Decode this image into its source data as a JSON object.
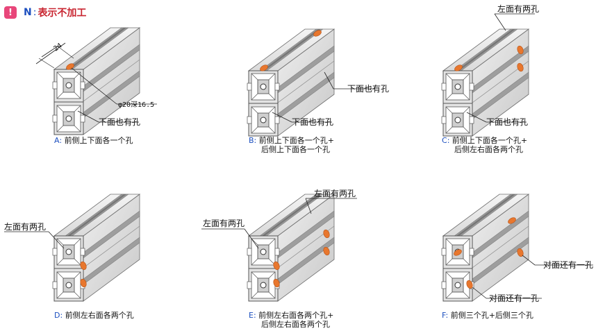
{
  "header": {
    "badge": "!",
    "code": "N",
    "sep": ":",
    "title": "表示不加工"
  },
  "colors": {
    "hole": "#e8772e",
    "accent_blue": "#1c4fbf",
    "title_red": "#c8242f",
    "badge_pink": "#e8467a"
  },
  "dims": {
    "width": "24",
    "hole": "φ20深16.5"
  },
  "callouts": {
    "bottom_also": "下面也有孔",
    "left_two": "左面有两孔",
    "opposite_one": "对面还有一孔"
  },
  "captions": [
    {
      "letter": "A",
      "sep": ":",
      "line1": "前侧上下面各一个孔",
      "line2": ""
    },
    {
      "letter": "B",
      "sep": ":",
      "line1": "前侧上下面各一个孔+",
      "line2": "后侧上下面各一个孔"
    },
    {
      "letter": "C",
      "sep": ":",
      "line1": "前侧上下面各一个孔+",
      "line2": "后侧左右面各两个孔"
    },
    {
      "letter": "D",
      "sep": ":",
      "line1": "前侧左右面各两个孔",
      "line2": ""
    },
    {
      "letter": "E",
      "sep": ":",
      "line1": "前侧左右面各两个孔+",
      "line2": "后侧左右面各两个孔"
    },
    {
      "letter": "F",
      "sep": ":",
      "line1": "前侧三个孔+后侧三个孔",
      "line2": ""
    }
  ]
}
